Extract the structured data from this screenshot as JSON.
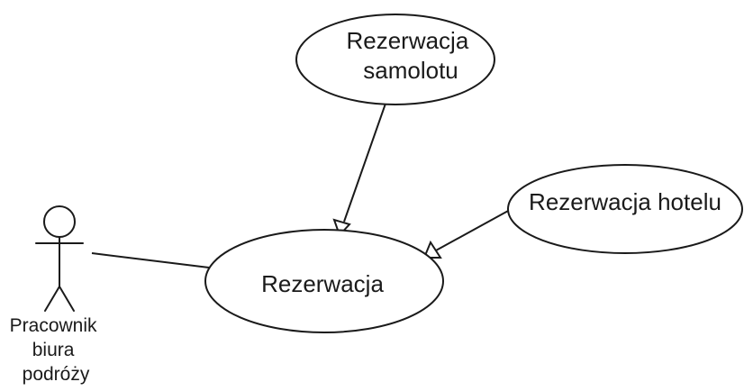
{
  "diagram": {
    "type": "use-case",
    "actor": {
      "label_lines": [
        "Pracownik",
        "biura",
        "podróży"
      ]
    },
    "use_cases": {
      "flight": {
        "label_lines": [
          "Rezerwacja",
          "samolotu"
        ]
      },
      "hotel": {
        "label_lines": [
          "Rezerwacja hotelu"
        ]
      },
      "main": {
        "label_lines": [
          "Rezerwacja"
        ]
      }
    },
    "relations": [
      {
        "from": "actor",
        "to": "main",
        "kind": "association"
      },
      {
        "from": "flight",
        "to": "main",
        "kind": "generalization"
      },
      {
        "from": "hotel",
        "to": "main",
        "kind": "generalization"
      }
    ],
    "colors": {
      "stroke": "#1a1a1a",
      "background": "#ffffff"
    }
  }
}
